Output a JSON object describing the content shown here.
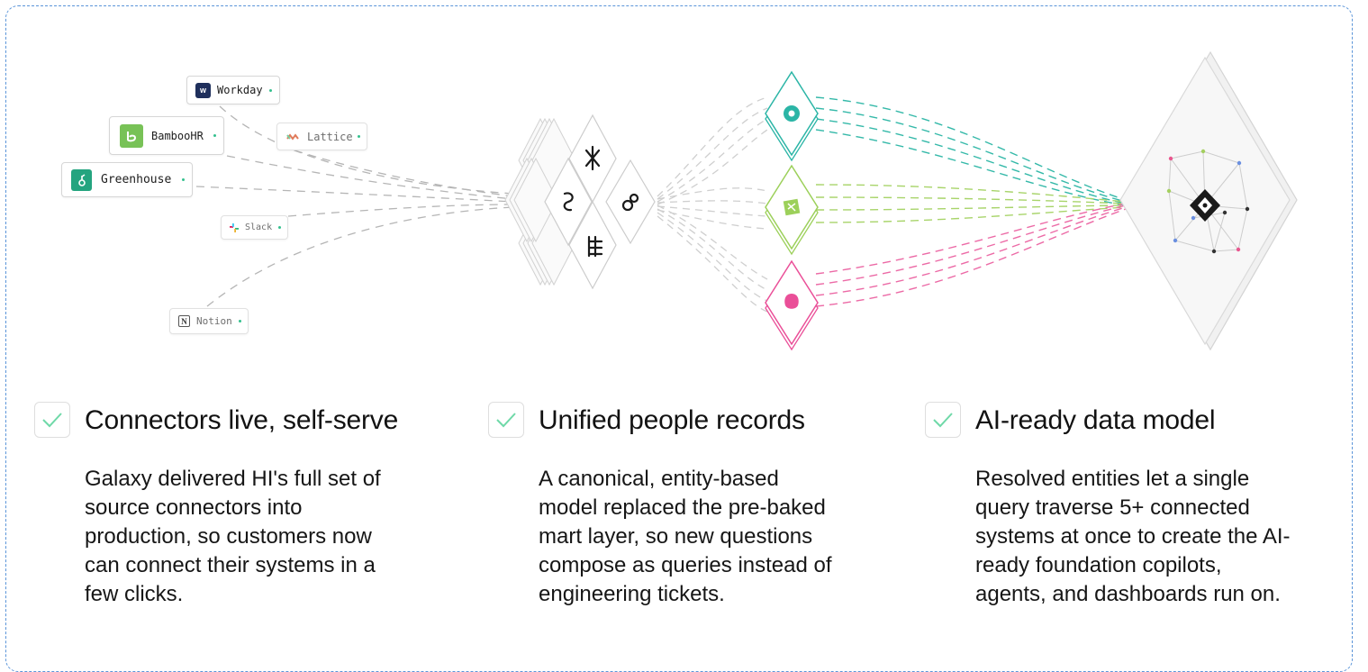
{
  "sources": [
    {
      "name": "Workday",
      "icon": "workday-logo-icon"
    },
    {
      "name": "BambooHR",
      "icon": "bamboohr-logo-icon"
    },
    {
      "name": "Greenhouse",
      "icon": "greenhouse-logo-icon"
    },
    {
      "name": "Lattice",
      "icon": "lattice-logo-icon"
    },
    {
      "name": "Slack",
      "icon": "slack-logo-icon"
    },
    {
      "name": "Notion",
      "icon": "notion-logo-icon"
    }
  ],
  "colors": {
    "frame_border": "#5b95d9",
    "status_dot": "#34c08e",
    "check": "#6fd9a8",
    "entity_teal": "#2bb5a6",
    "entity_green": "#9cd05a",
    "entity_pink": "#ea4f98"
  },
  "features": [
    {
      "title": "Connectors live, self-serve",
      "body_lines": [
        "Galaxy delivered HI's full set of",
        "source connectors into",
        "production, so customers now",
        "can connect their systems in a",
        "few clicks."
      ]
    },
    {
      "title": "Unified people records",
      "body_lines": [
        "A canonical, entity-based",
        "model replaced the pre-baked",
        "mart layer, so new questions",
        "compose as queries instead of",
        "engineering tickets."
      ]
    },
    {
      "title": "AI-ready data model",
      "body_lines": [
        "Resolved entities let a single",
        "query traverse 5+ connected",
        "systems at once to create the AI-",
        "ready foundation copilots,",
        "agents, and dashboards run on."
      ]
    }
  ]
}
